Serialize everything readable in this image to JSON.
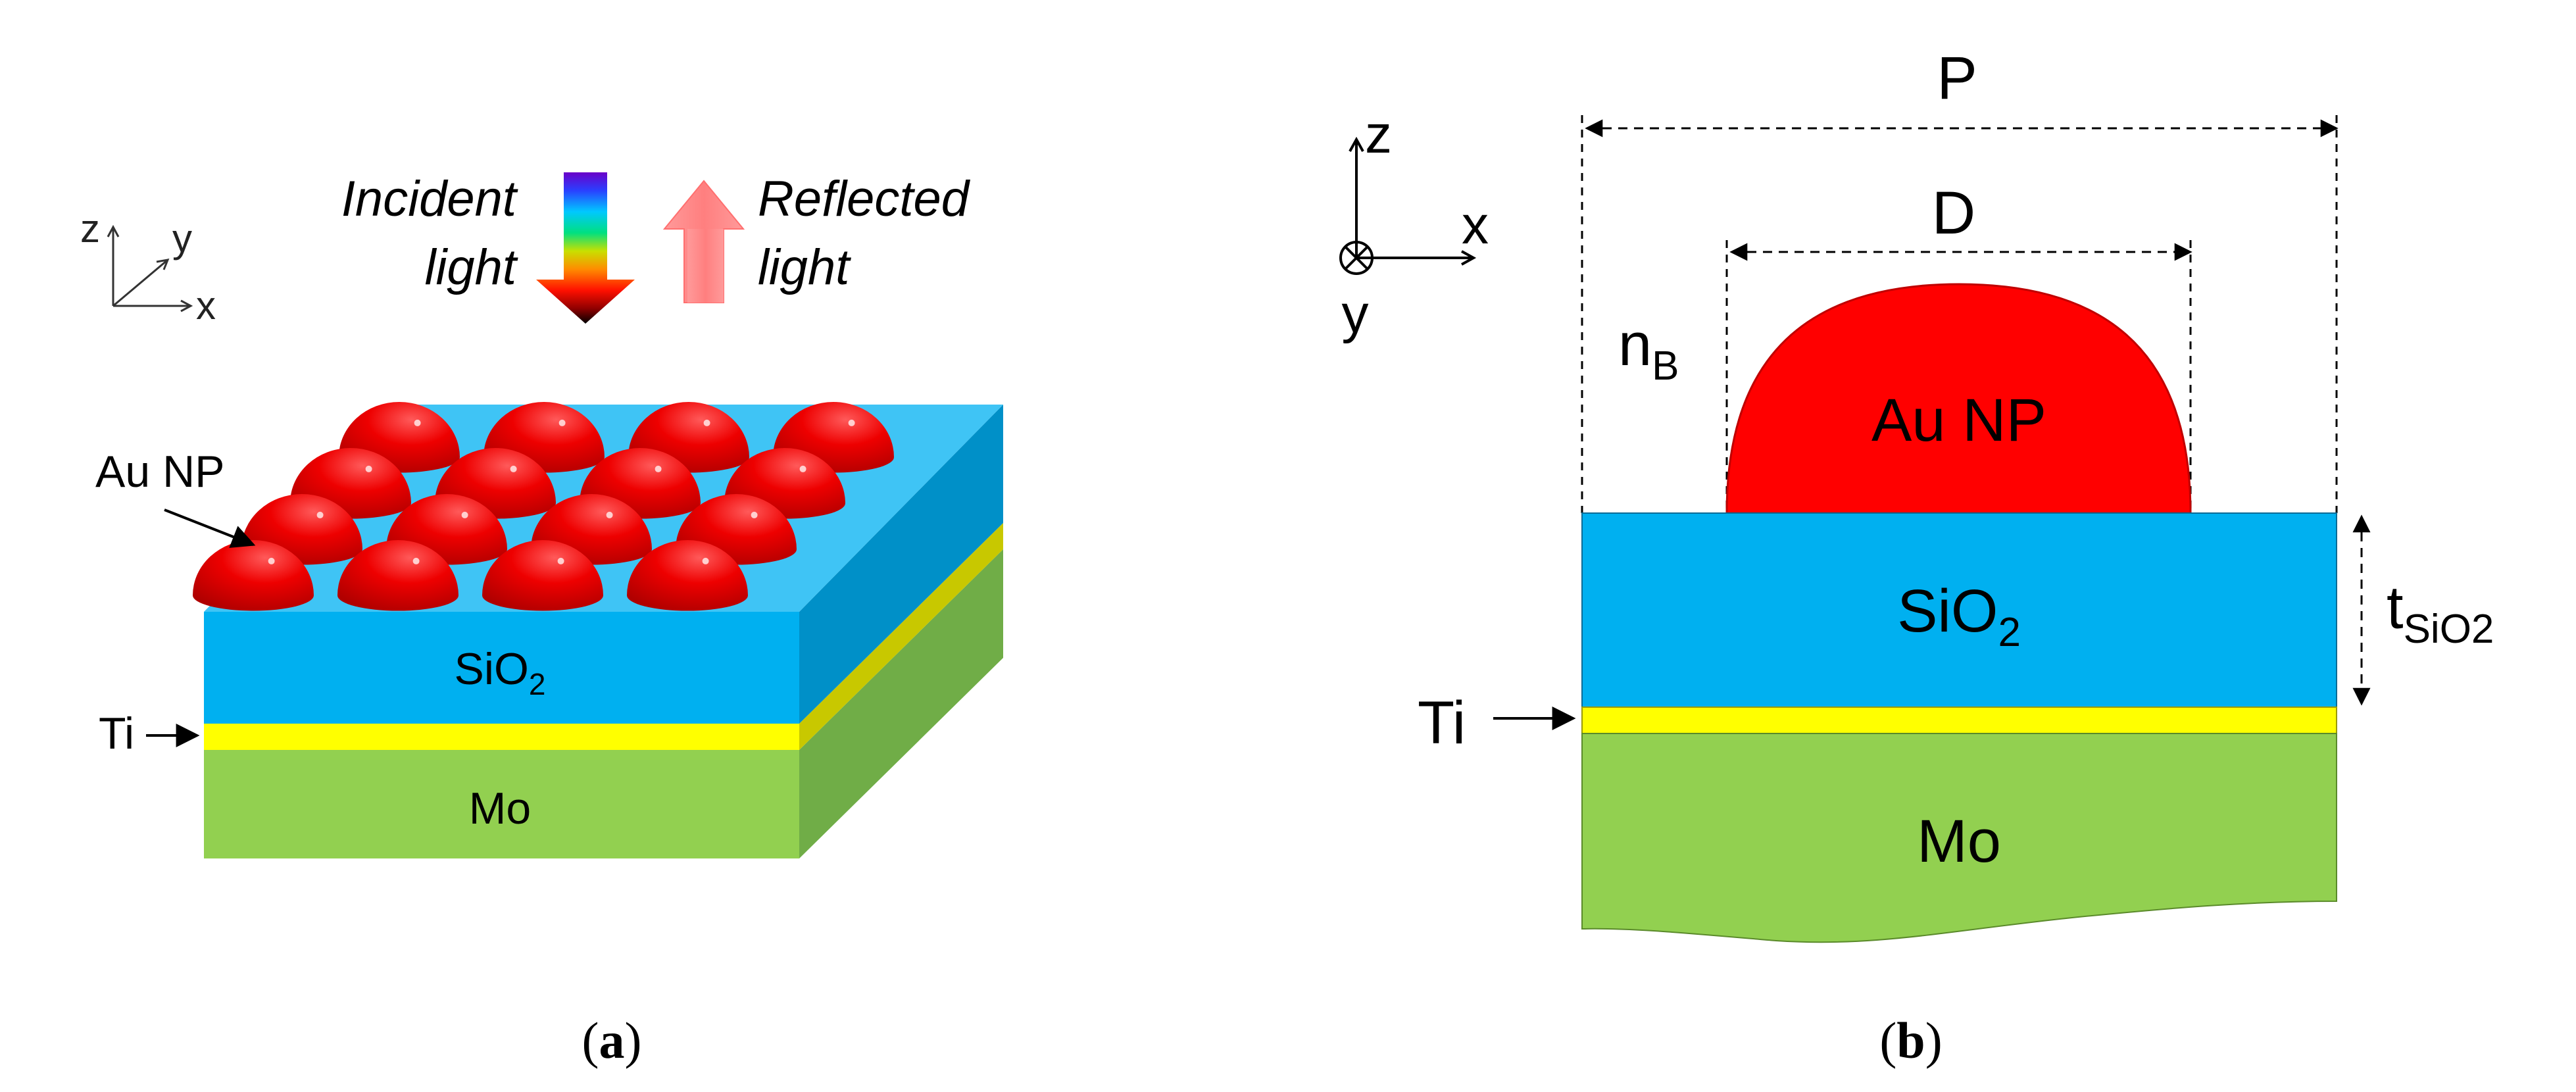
{
  "panel_a": {
    "axes": {
      "z": "z",
      "y": "y",
      "x": "x"
    },
    "incident": {
      "line1": "Incident",
      "line2": "light"
    },
    "reflected": {
      "line1": "Reflected",
      "line2": "light"
    },
    "au_np": "Au NP",
    "sio2": {
      "base": "SiO",
      "sub": "2"
    },
    "ti": "Ti",
    "mo": "Mo",
    "caption": {
      "open": "(",
      "letter": "a",
      "close": ")"
    }
  },
  "panel_b": {
    "axes": {
      "z": "z",
      "x": "x",
      "y": "y"
    },
    "period": "P",
    "diameter": "D",
    "background": {
      "base": "n",
      "sub": "B"
    },
    "au_np": "Au NP",
    "sio2": {
      "base": "SiO",
      "sub": "2"
    },
    "thickness": {
      "base": "t",
      "sub": "SiO2"
    },
    "ti": "Ti",
    "mo": "Mo",
    "caption": {
      "open": "(",
      "letter": "b",
      "close": ")"
    }
  },
  "colors": {
    "gold_np": "#ff0000",
    "sio2": "#00b0f0",
    "ti": "#ffff00",
    "mo": "#92d050",
    "reflected_arrow": "#ff8080"
  }
}
